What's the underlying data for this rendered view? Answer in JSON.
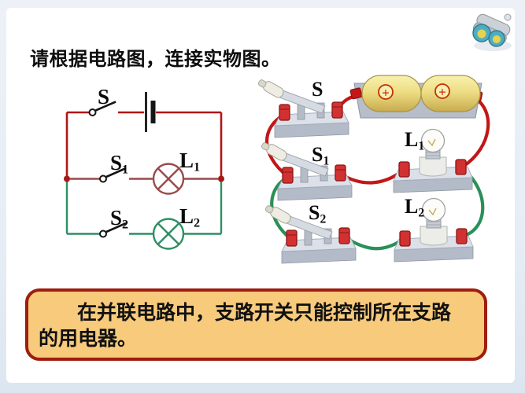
{
  "title": "请根据电路图，连接实物图。",
  "schematic": {
    "labels": {
      "s": {
        "base": "S",
        "sub": ""
      },
      "s1": {
        "base": "S",
        "sub": "1"
      },
      "l1": {
        "base": "L",
        "sub": "1"
      },
      "s2": {
        "base": "S",
        "sub": "2"
      },
      "l2": {
        "base": "L",
        "sub": "2"
      }
    },
    "colors": {
      "main_loop_red": "#b01616",
      "branch_l1_maroon": "#9a4a4a",
      "branch_l2_green": "#2e8f63"
    }
  },
  "photo": {
    "labels": {
      "s": {
        "base": "S",
        "sub": ""
      },
      "s1": {
        "base": "S",
        "sub": "1"
      },
      "l1": {
        "base": "L",
        "sub": "1"
      },
      "s2": {
        "base": "S",
        "sub": "2"
      },
      "l2": {
        "base": "L",
        "sub": "2"
      }
    },
    "battery": {
      "plus": "+",
      "cell_count": 2
    },
    "colors": {
      "wire_red": "#c21717",
      "wire_green": "#2a9057"
    }
  },
  "note": {
    "line1": "在并联电路中，支路开关只能控制所在支路",
    "line2": "的用电器。"
  },
  "icons": {
    "top_right": "binoculars-icon"
  }
}
